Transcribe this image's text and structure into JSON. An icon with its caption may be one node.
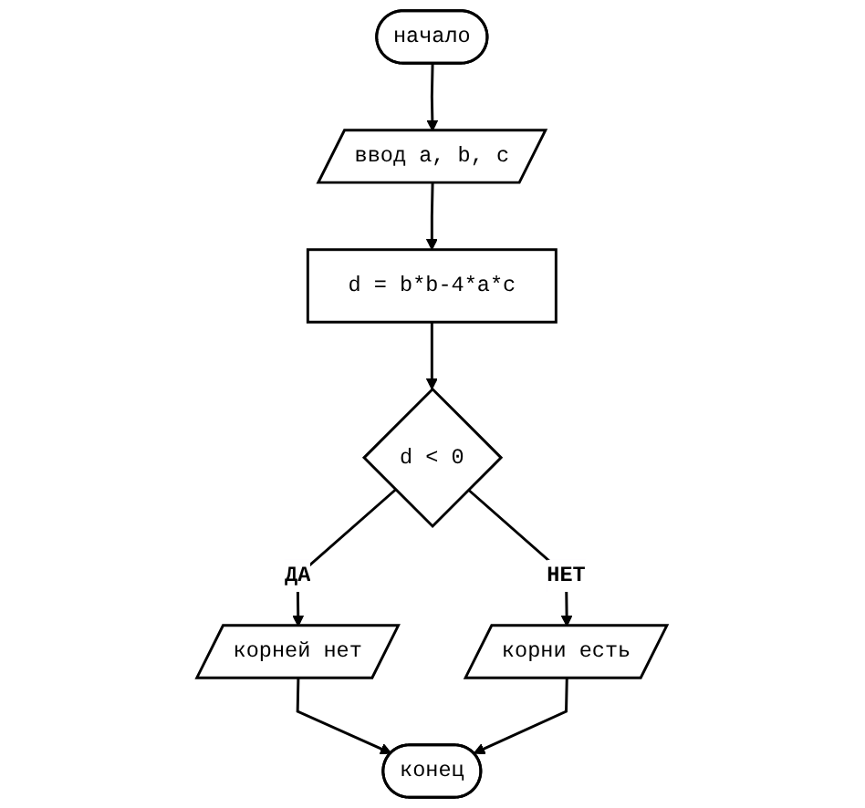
{
  "diagram": {
    "nodes": [
      {
        "text": [
          "начало"
        ]
      },
      {
        "text": [
          "ввод a, b, c"
        ]
      },
      {
        "text": [
          "d = b*b-4*a*c"
        ]
      },
      {
        "text": [
          "d < 0"
        ]
      },
      {
        "text": [
          "корней нет"
        ]
      },
      {
        "text": [
          "корни есть"
        ]
      },
      {
        "text": [
          "конец"
        ]
      }
    ],
    "edges": [
      {
        "from": 0,
        "to": 1,
        "arrow": "to"
      },
      {
        "from": 1,
        "to": 2,
        "arrow": "to"
      },
      {
        "from": 2,
        "to": 3,
        "arrow": "to"
      },
      {
        "from": 3,
        "to": 4,
        "label": "ДА",
        "arrow": "to"
      },
      {
        "from": 3,
        "to": 5,
        "label": "НЕТ",
        "arrow": "to"
      },
      {
        "from": 4,
        "to": 6,
        "arrow": "to"
      },
      {
        "from": 5,
        "to": 6,
        "arrow": "to"
      }
    ]
  }
}
